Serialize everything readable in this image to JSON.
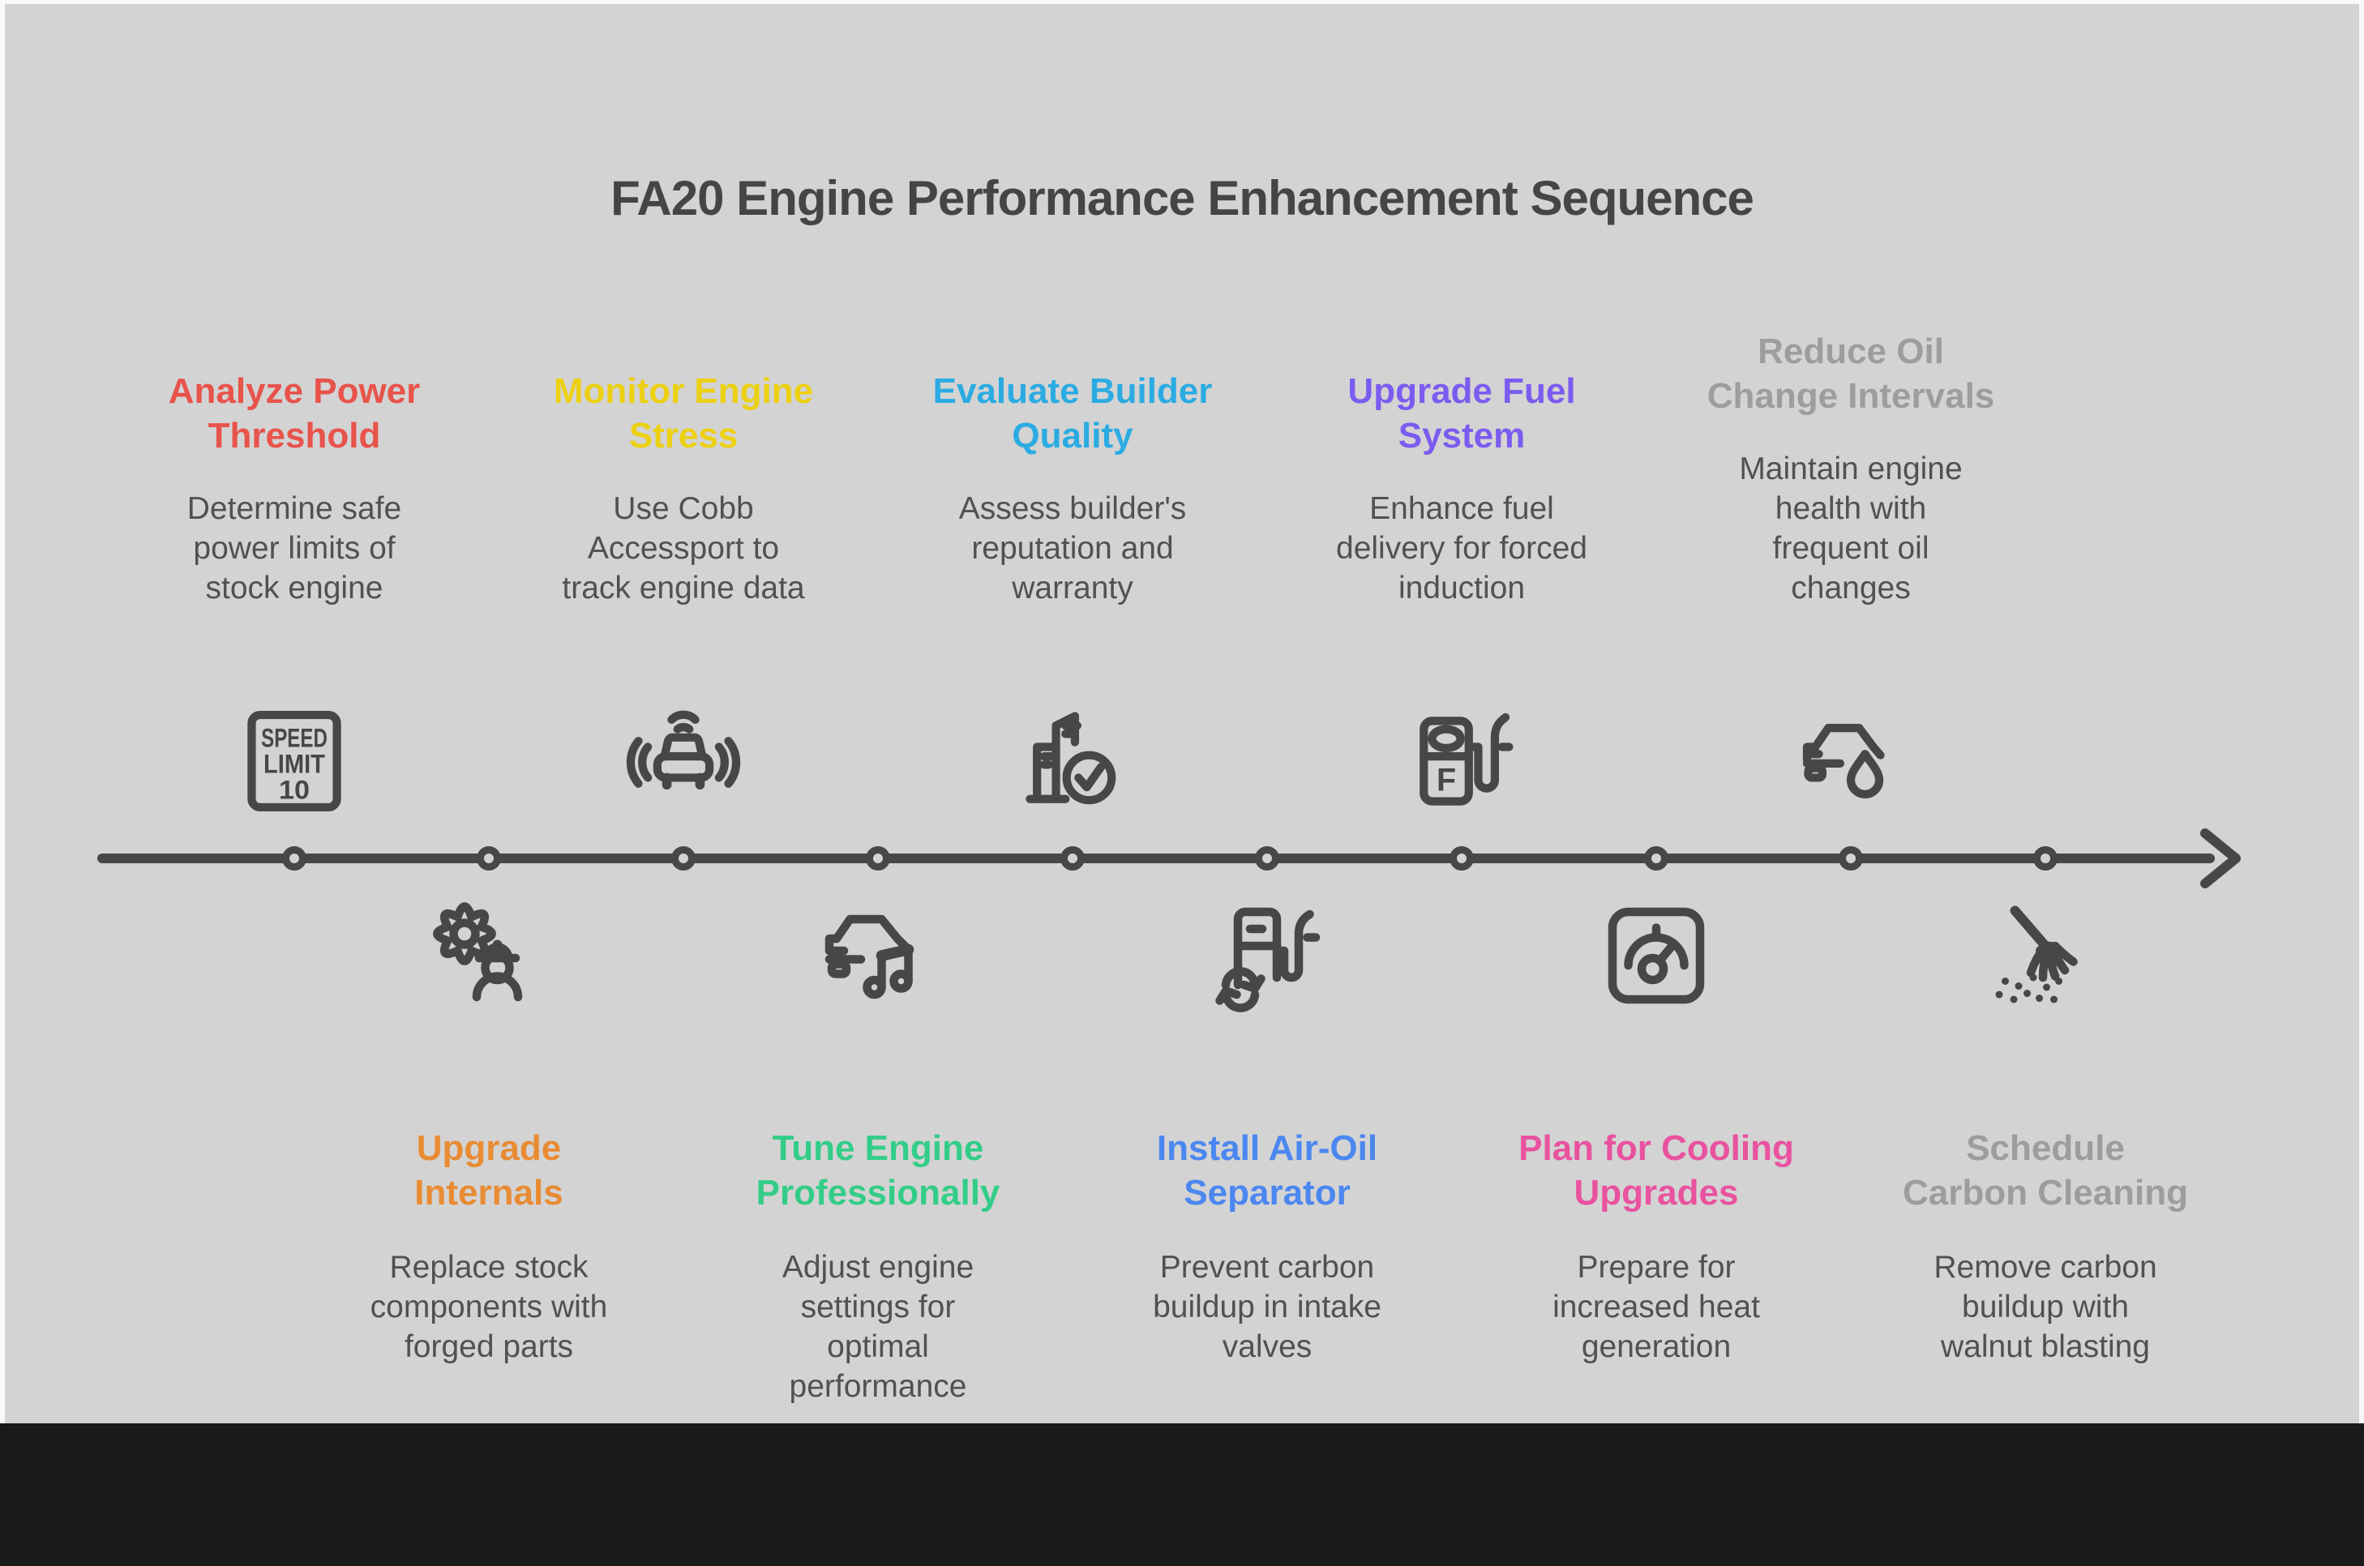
{
  "title": "FA20 Engine Performance Enhancement Sequence",
  "colors": {
    "background_card": "#d3d3d3",
    "footer": "#1a1a1a",
    "timeline": "#474747",
    "body_text": "#515151"
  },
  "icon_labels": {
    "speed": "SPEED",
    "limit": "LIMIT",
    "ten": "10",
    "fuel_f": "F"
  },
  "top_steps": [
    {
      "heading": "Analyze Power\nThreshold",
      "color": "#e8534b",
      "description": "Determine safe\npower limits of\nstock engine",
      "icon": "speed-limit-sign"
    },
    {
      "heading": "Monitor Engine\nStress",
      "color": "#ecd012",
      "description": "Use Cobb\nAccessport to\ntrack engine data",
      "icon": "connected-car"
    },
    {
      "heading": "Evaluate Builder\nQuality",
      "color": "#2babe2",
      "description": "Assess builder's\nreputation and\nwarranty",
      "icon": "building-checkmark"
    },
    {
      "heading": "Upgrade Fuel\nSystem",
      "color": "#7b5cf0",
      "description": "Enhance fuel\ndelivery for forced\ninduction",
      "icon": "fuel-pump"
    },
    {
      "heading": "Reduce Oil\nChange Intervals",
      "color": "#9d9d9d",
      "description": "Maintain engine\nhealth with\nfrequent oil\nchanges",
      "icon": "car-oil-drop"
    }
  ],
  "bottom_steps": [
    {
      "heading": "Upgrade\nInternals",
      "color": "#e98b33",
      "description": "Replace stock\ncomponents with\nforged parts",
      "icon": "gear-engineer"
    },
    {
      "heading": "Tune Engine\nProfessionally",
      "color": "#33cd88",
      "description": "Adjust engine\nsettings for\noptimal\nperformance",
      "icon": "car-music-note"
    },
    {
      "heading": "Install Air-Oil\nSeparator",
      "color": "#4b87f0",
      "description": "Prevent carbon\nbuildup in intake\nvalves",
      "icon": "fuel-pump-recycle"
    },
    {
      "heading": "Plan for Cooling\nUpgrades",
      "color": "#e9529f",
      "description": "Prepare for\nincreased heat\ngeneration",
      "icon": "gauge-dial"
    },
    {
      "heading": "Schedule\nCarbon Cleaning",
      "color": "#9d9d9d",
      "description": "Remove carbon\nbuildup with\nwalnut blasting",
      "icon": "broom-sweeping"
    }
  ]
}
